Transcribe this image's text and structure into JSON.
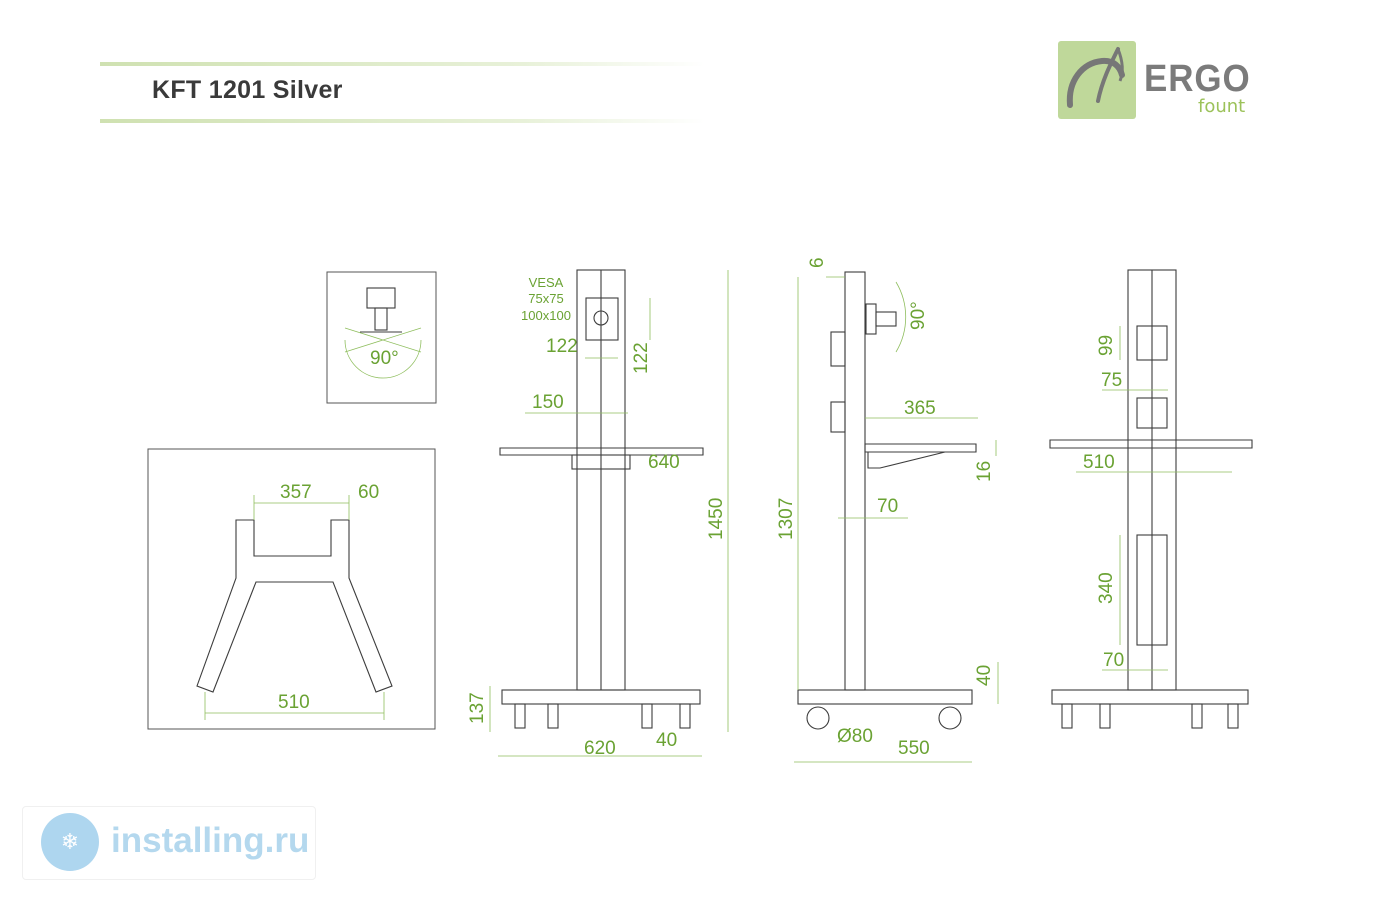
{
  "title": "KFT 1201 Silver",
  "logo": {
    "word": "ERGO",
    "sub": "fount",
    "color_box": "#bfd89a",
    "color_sub": "#9cc25a"
  },
  "vesa": {
    "line1": "VESA",
    "line2": "75x75",
    "line3": "100x100"
  },
  "dims": {
    "tilt_detail": "90°",
    "base_357": "357",
    "base_60": "60",
    "base_510": "510",
    "front_122w": "122",
    "front_122h": "122",
    "front_150": "150",
    "front_640": "640",
    "front_1450": "1450",
    "front_137": "137",
    "front_620": "620",
    "front_40": "40",
    "side_6": "6",
    "side_90": "90°",
    "side_365": "365",
    "side_16": "16",
    "side_1307": "1307",
    "side_70": "70",
    "side_40": "40",
    "side_80": "Ø80",
    "side_550": "550",
    "back_99": "99",
    "back_75": "75",
    "back_510": "510",
    "back_340": "340",
    "back_70": "70"
  },
  "watermark": {
    "text": "installing.ru",
    "icon": "snowflake-icon"
  },
  "colors": {
    "dimension": "#6aa233",
    "outline": "#3d3d3d",
    "title_rule": "#cfe1b1"
  }
}
